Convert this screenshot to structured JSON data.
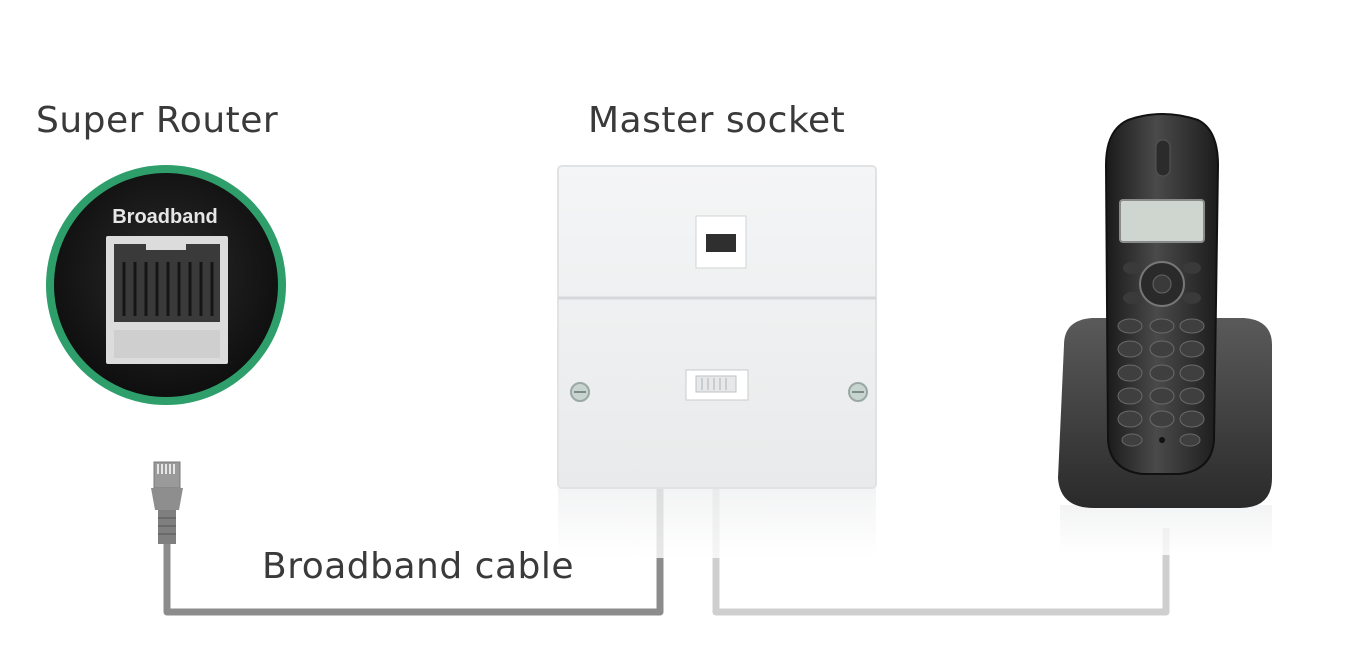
{
  "labels": {
    "router": "Super Router",
    "socket": "Master socket",
    "cable": "Broadband cable"
  },
  "router_port": {
    "label": "Broadband"
  },
  "colors": {
    "accent_ring": "#2e9e6a",
    "broadband_cable": "#8c8c8c",
    "phone_cable": "#cfcfcf",
    "text": "#3a3a3a"
  },
  "icons": {
    "router_port": "ethernet-port-icon",
    "plug": "ethernet-plug-icon",
    "socket": "master-socket-icon",
    "phone": "cordless-phone-icon"
  }
}
